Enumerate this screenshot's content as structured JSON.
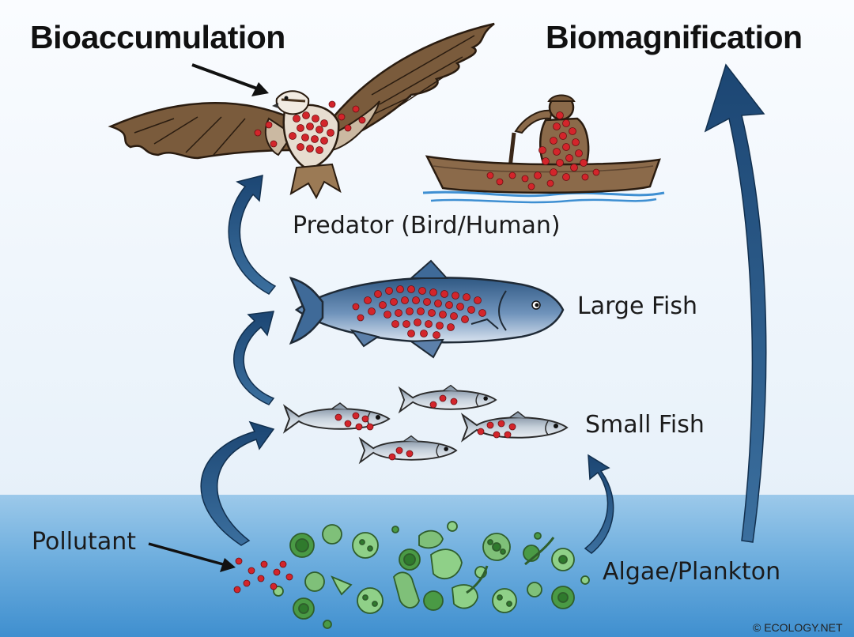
{
  "titles": {
    "left": "Bioaccumulation",
    "right": "Biomagnification"
  },
  "labels": {
    "predator": "Predator (Bird/Human)",
    "large_fish": "Large Fish",
    "small_fish": "Small Fish",
    "pollutant": "Pollutant",
    "algae": "Algae/Plankton"
  },
  "credit": "© ECOLOGY.NET",
  "colors": {
    "toxin_dot": "#d3252b",
    "arrow": "#1f4f7e",
    "water": "#6eaede",
    "bird": "#7a5b3c",
    "large_fish": "#3f6a98",
    "small_fish": "#9aa9b8",
    "plankton": "#6fb36a"
  }
}
